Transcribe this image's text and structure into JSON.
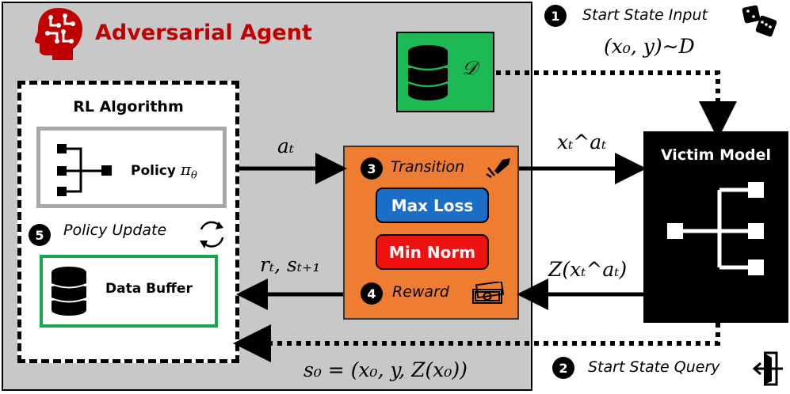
{
  "agent": {
    "title": "Adversarial Agent"
  },
  "rl": {
    "title": "RL Algorithm",
    "policy_label": "Policy",
    "policy_symbol": "π",
    "policy_subscript": "θ",
    "update_label": "Policy Update",
    "buffer_label": "Data Buffer"
  },
  "dataset": {
    "symbol": "𝒟"
  },
  "environment": {
    "transition_label": "Transition",
    "reward_label": "Reward",
    "max_loss_label": "Max Loss",
    "min_norm_label": "Min Norm"
  },
  "victim": {
    "title": "Victim Model"
  },
  "steps": [
    {
      "number": "1",
      "label": "Start State Input"
    },
    {
      "number": "2",
      "label": "Start State Query"
    },
    {
      "number": "3",
      "label": "Transition"
    },
    {
      "number": "4",
      "label": "Reward"
    },
    {
      "number": "5",
      "label": "Policy Update"
    }
  ],
  "edge_labels": {
    "start_dist": "(x₀, y)∼D",
    "action": "aₜ",
    "perturbed_input": "xₜ^aₜ",
    "reward_state": "rₜ, sₜ₊₁",
    "victim_output": "Z(xₜ^aₜ)",
    "initial_state": "s₀ = (x₀, y, Z(x₀))"
  },
  "colors": {
    "agent_title": "#c00000",
    "agent_panel": "#c8c8c8",
    "dataset_green": "#1db954",
    "buffer_green": "#1aa64a",
    "environment_orange": "#ee7d31",
    "max_loss_blue": "#1a6ec8",
    "min_norm_red": "#ee1111",
    "policy_gray": "#a8a8a8",
    "victim_black": "#000000"
  },
  "icons": [
    "brain-circuit-icon",
    "database-icon",
    "network-icon",
    "cycle-icon",
    "dice-icon",
    "money-icon",
    "pen-icon",
    "door-arrow-icon"
  ]
}
